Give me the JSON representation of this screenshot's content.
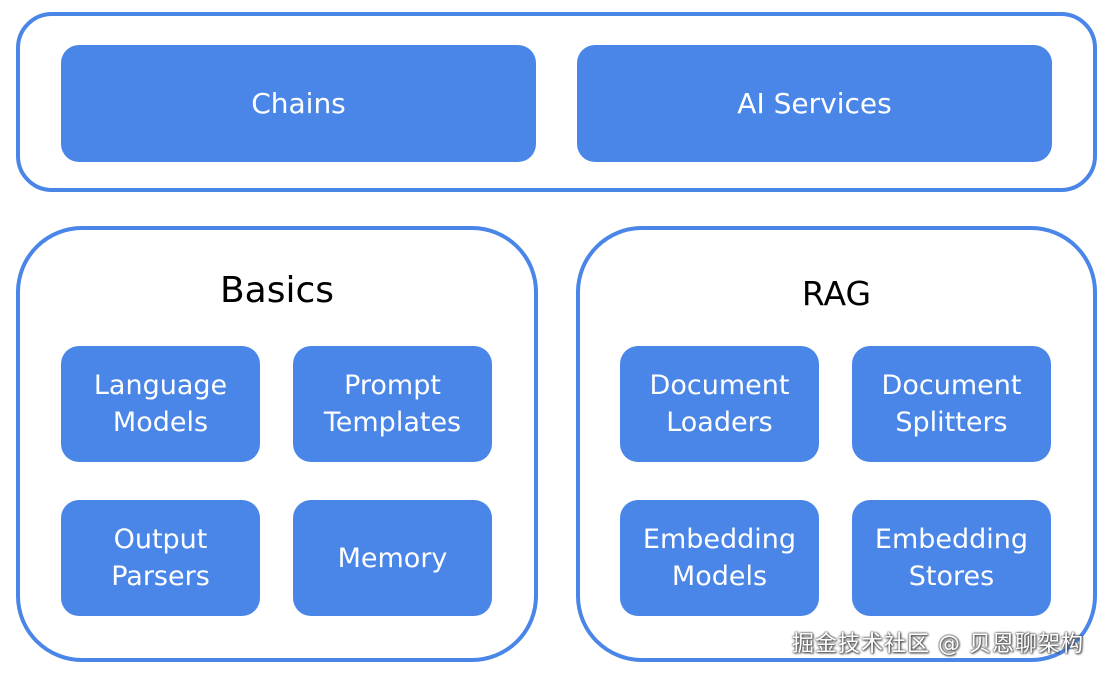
{
  "top": {
    "chains_label": "Chains",
    "ai_services_label": "AI Services"
  },
  "basics": {
    "title": "Basics",
    "items": [
      "Language\nModels",
      "Prompt\nTemplates",
      "Output\nParsers",
      "Memory"
    ]
  },
  "rag": {
    "title": "RAG",
    "items": [
      "Document\nLoaders",
      "Document\nSplitters",
      "Embedding\nModels",
      "Embedding\nStores"
    ]
  },
  "watermark": "掘金技术社区 @ 贝恩聊架构",
  "colors": {
    "accent": "#4a86e8",
    "box_text": "#ffffff",
    "background": "#ffffff"
  }
}
